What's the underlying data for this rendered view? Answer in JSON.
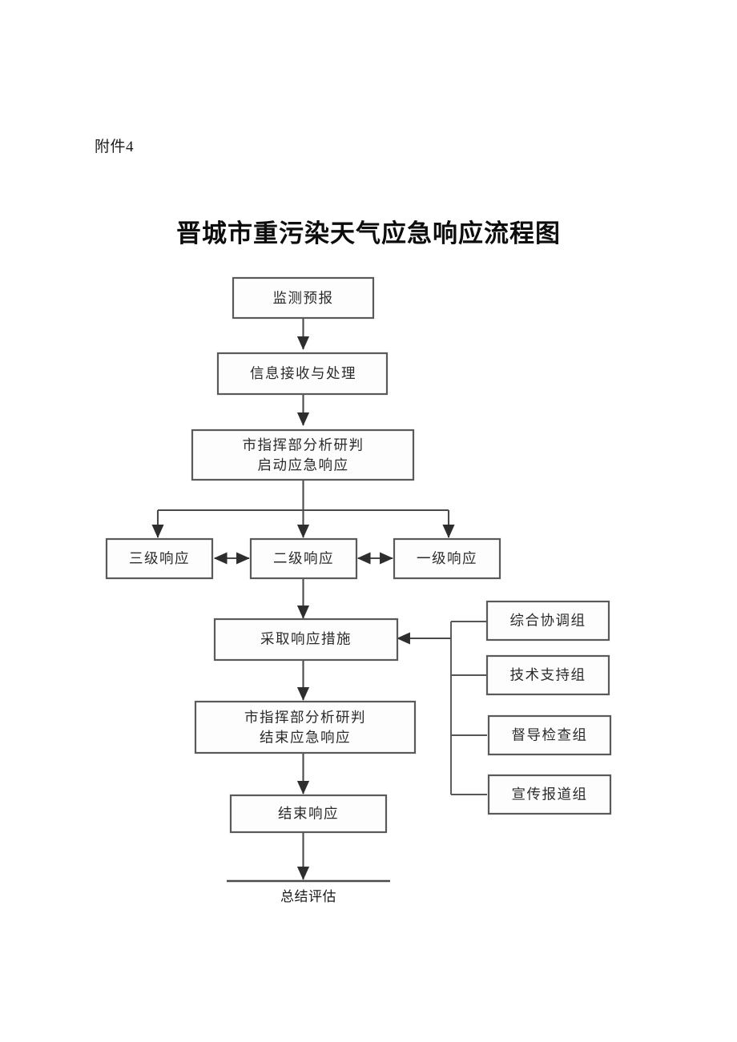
{
  "document": {
    "attachment_label": "附件4",
    "title": "晋城市重污染天气应急响应流程图"
  },
  "flow": {
    "nodes": [
      {
        "id": "monitor",
        "label": "监测预报"
      },
      {
        "id": "info-handling",
        "label": "信息接收与处理"
      },
      {
        "id": "start-line1",
        "label": "市指挥部分析研判"
      },
      {
        "id": "start-line2",
        "label": "启动应急响应"
      },
      {
        "id": "level3",
        "label": "三级响应"
      },
      {
        "id": "level2",
        "label": "二级响应"
      },
      {
        "id": "level1",
        "label": "一级响应"
      },
      {
        "id": "measures",
        "label": "采取响应措施"
      },
      {
        "id": "end-line1",
        "label": "市指挥部分析研判"
      },
      {
        "id": "end-line2",
        "label": "结束应急响应"
      },
      {
        "id": "end-response",
        "label": "结束响应"
      },
      {
        "id": "summary",
        "label": "总结评估"
      }
    ],
    "support_groups": [
      {
        "id": "coordination",
        "label": "综合协调组"
      },
      {
        "id": "technical",
        "label": "技术支持组"
      },
      {
        "id": "supervision",
        "label": "督导检查组"
      },
      {
        "id": "publicity",
        "label": "宣传报道组"
      }
    ]
  },
  "colors": {
    "page_background": "#ffffff",
    "box_fill": "#fdfdfd",
    "box_stroke": "#5a5a5a",
    "edge_stroke": "#4a4a4a",
    "text": "#2b2b2b"
  }
}
